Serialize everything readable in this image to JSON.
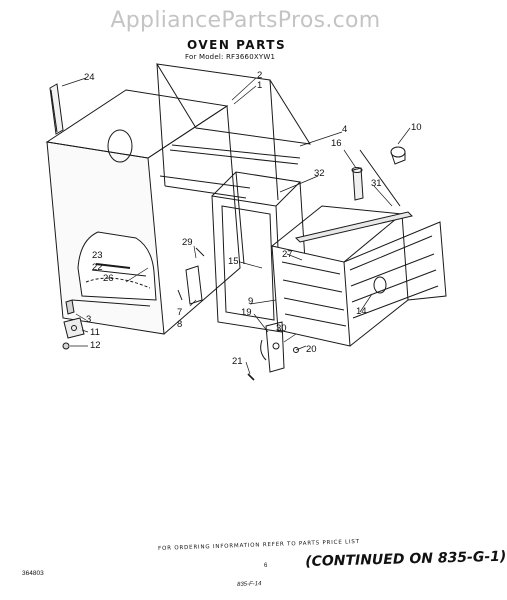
{
  "watermark": "AppliancePartsPros.com",
  "header": {
    "title": "OVEN PARTS",
    "model": "For Model: RF3660XYW1"
  },
  "callouts": [
    {
      "id": "24",
      "label": "24"
    },
    {
      "id": "2",
      "label": "2"
    },
    {
      "id": "1",
      "label": "1"
    },
    {
      "id": "4",
      "label": "4"
    },
    {
      "id": "10",
      "label": "10"
    },
    {
      "id": "16",
      "label": "16"
    },
    {
      "id": "32",
      "label": "32"
    },
    {
      "id": "31",
      "label": "31"
    },
    {
      "id": "29",
      "label": "29"
    },
    {
      "id": "15",
      "label": "15"
    },
    {
      "id": "27",
      "label": "27"
    },
    {
      "id": "23",
      "label": "23"
    },
    {
      "id": "22",
      "label": "22"
    },
    {
      "id": "26",
      "label": "26"
    },
    {
      "id": "3",
      "label": "3"
    },
    {
      "id": "7",
      "label": "7"
    },
    {
      "id": "8",
      "label": "8"
    },
    {
      "id": "9",
      "label": "9"
    },
    {
      "id": "19",
      "label": "19"
    },
    {
      "id": "14",
      "label": "14"
    },
    {
      "id": "11",
      "label": "11"
    },
    {
      "id": "12",
      "label": "12"
    },
    {
      "id": "30",
      "label": "30"
    },
    {
      "id": "20",
      "label": "20"
    },
    {
      "id": "21",
      "label": "21"
    }
  ],
  "footer": {
    "order_note": "FOR ORDERING INFORMATION REFER TO PARTS PRICE LIST",
    "page": "6",
    "continued": "(CONTINUED ON 835-G-1)",
    "drawing_code": "364803",
    "handwritten": "835-F-14"
  }
}
